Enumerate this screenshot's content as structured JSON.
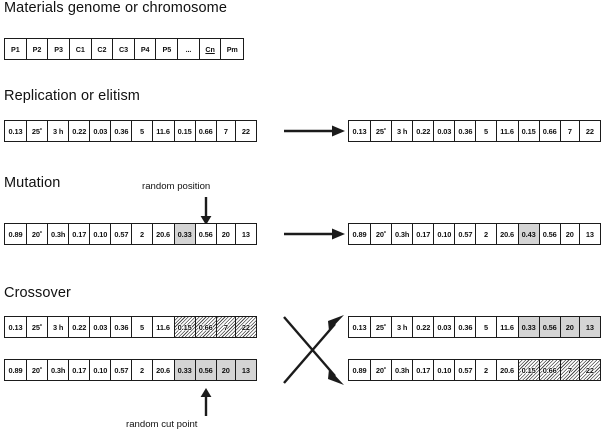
{
  "figure": {
    "sections": [
      {
        "id": "materials",
        "title": "Materials genome or chromosome"
      },
      {
        "id": "replication",
        "title": "Replication or elitism"
      },
      {
        "id": "mutation",
        "title": "Mutation"
      },
      {
        "id": "crossover",
        "title": "Crossover"
      }
    ],
    "annotations": {
      "random_position": "random position",
      "random_cut_point": "random cut point"
    },
    "colors": {
      "stroke": "#1b1b1b",
      "highlight_gray": "#d4d4d4",
      "background": "#ffffff",
      "text": "#111111"
    }
  },
  "genome_strip": {
    "cells": [
      {
        "value": "P1"
      },
      {
        "value": "P2"
      },
      {
        "value": "P3"
      },
      {
        "value": "C1"
      },
      {
        "value": "C2"
      },
      {
        "value": "C3"
      },
      {
        "value": "P4"
      },
      {
        "value": "P5"
      },
      {
        "value": "..."
      },
      {
        "value": "Cn",
        "style": "underline"
      },
      {
        "value": "Pm"
      }
    ]
  },
  "replication": {
    "input": {
      "cells": [
        {
          "value": "0.13"
        },
        {
          "value": "25˚"
        },
        {
          "value": "3 h"
        },
        {
          "value": "0.22"
        },
        {
          "value": "0.03"
        },
        {
          "value": "0.36"
        },
        {
          "value": "5"
        },
        {
          "value": "11.6"
        },
        {
          "value": "0.15"
        },
        {
          "value": "0.66"
        },
        {
          "value": "7"
        },
        {
          "value": "22"
        }
      ]
    },
    "output": {
      "cells": [
        {
          "value": "0.13"
        },
        {
          "value": "25˚"
        },
        {
          "value": "3 h"
        },
        {
          "value": "0.22"
        },
        {
          "value": "0.03"
        },
        {
          "value": "0.36"
        },
        {
          "value": "5"
        },
        {
          "value": "11.6"
        },
        {
          "value": "0.15"
        },
        {
          "value": "0.66"
        },
        {
          "value": "7"
        },
        {
          "value": "22"
        }
      ]
    }
  },
  "mutation": {
    "input": {
      "cells": [
        {
          "value": "0.89"
        },
        {
          "value": "20˚"
        },
        {
          "value": "0.3h"
        },
        {
          "value": "0.17"
        },
        {
          "value": "0.10"
        },
        {
          "value": "0.57"
        },
        {
          "value": "2"
        },
        {
          "value": "20.6"
        },
        {
          "value": "0.33",
          "style": "gray"
        },
        {
          "value": "0.56"
        },
        {
          "value": "20"
        },
        {
          "value": "13"
        }
      ]
    },
    "output": {
      "cells": [
        {
          "value": "0.89"
        },
        {
          "value": "20˚"
        },
        {
          "value": "0.3h"
        },
        {
          "value": "0.17"
        },
        {
          "value": "0.10"
        },
        {
          "value": "0.57"
        },
        {
          "value": "2"
        },
        {
          "value": "20.6"
        },
        {
          "value": "0.43",
          "style": "gray"
        },
        {
          "value": "0.56"
        },
        {
          "value": "20"
        },
        {
          "value": "13"
        }
      ]
    }
  },
  "crossover": {
    "parent_a": {
      "cells": [
        {
          "value": "0.13"
        },
        {
          "value": "25˚"
        },
        {
          "value": "3 h"
        },
        {
          "value": "0.22"
        },
        {
          "value": "0.03"
        },
        {
          "value": "0.36"
        },
        {
          "value": "5"
        },
        {
          "value": "11.6"
        },
        {
          "value": "0.15",
          "style": "hatch"
        },
        {
          "value": "0.66",
          "style": "hatch"
        },
        {
          "value": "7",
          "style": "hatch"
        },
        {
          "value": "22",
          "style": "hatch"
        }
      ]
    },
    "parent_b": {
      "cells": [
        {
          "value": "0.89"
        },
        {
          "value": "20˚"
        },
        {
          "value": "0.3h"
        },
        {
          "value": "0.17"
        },
        {
          "value": "0.10"
        },
        {
          "value": "0.57"
        },
        {
          "value": "2"
        },
        {
          "value": "20.6"
        },
        {
          "value": "0.33",
          "style": "gray"
        },
        {
          "value": "0.56",
          "style": "gray"
        },
        {
          "value": "20",
          "style": "gray"
        },
        {
          "value": "13",
          "style": "gray"
        }
      ]
    },
    "child_a": {
      "cells": [
        {
          "value": "0.13"
        },
        {
          "value": "25˚"
        },
        {
          "value": "3 h"
        },
        {
          "value": "0.22"
        },
        {
          "value": "0.03"
        },
        {
          "value": "0.36"
        },
        {
          "value": "5"
        },
        {
          "value": "11.6"
        },
        {
          "value": "0.33",
          "style": "gray"
        },
        {
          "value": "0.56",
          "style": "gray"
        },
        {
          "value": "20",
          "style": "gray"
        },
        {
          "value": "13",
          "style": "gray"
        }
      ]
    },
    "child_b": {
      "cells": [
        {
          "value": "0.89"
        },
        {
          "value": "20˚"
        },
        {
          "value": "0.3h"
        },
        {
          "value": "0.17"
        },
        {
          "value": "0.10"
        },
        {
          "value": "0.57"
        },
        {
          "value": "2"
        },
        {
          "value": "20.6"
        },
        {
          "value": "0.15",
          "style": "hatch"
        },
        {
          "value": "0.66",
          "style": "hatch"
        },
        {
          "value": "7",
          "style": "hatch"
        },
        {
          "value": "22",
          "style": "hatch"
        }
      ]
    }
  }
}
